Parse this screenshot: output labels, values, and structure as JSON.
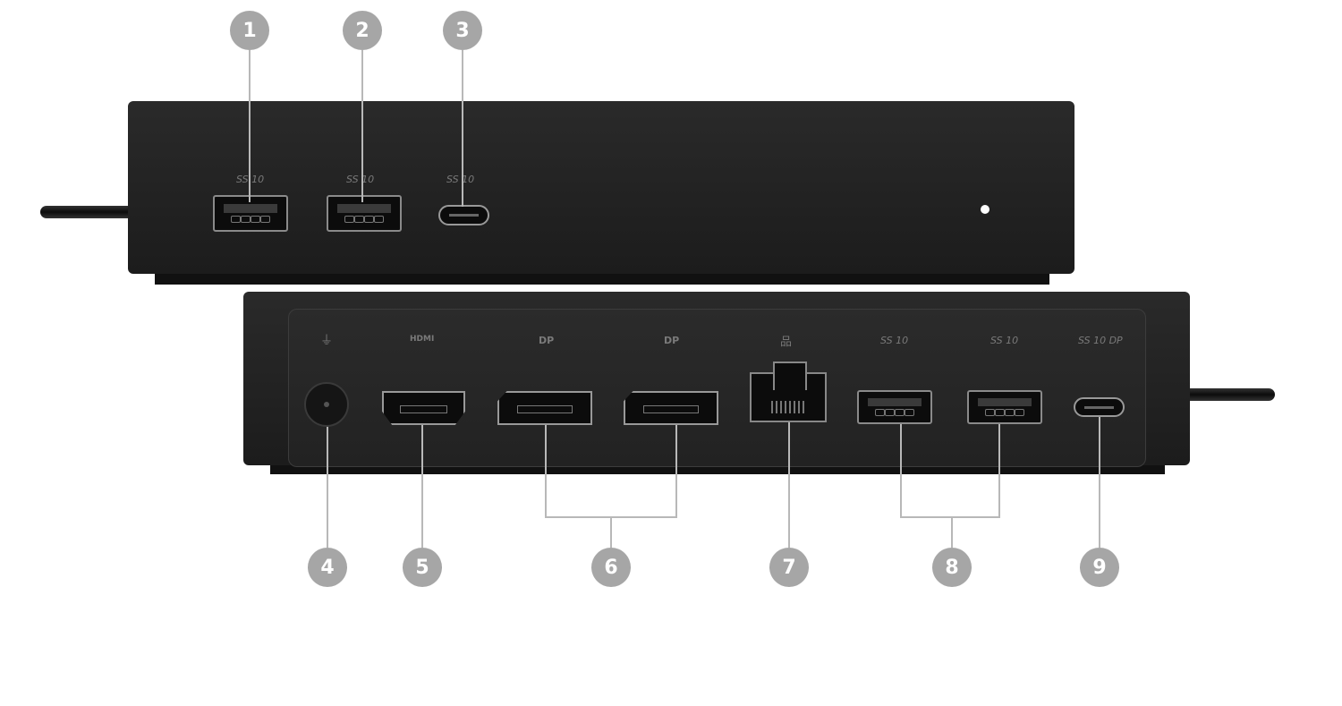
{
  "callouts": {
    "c1": "1",
    "c2": "2",
    "c3": "3",
    "c4": "4",
    "c5": "5",
    "c6": "6",
    "c7": "7",
    "c8": "8",
    "c9": "9"
  },
  "front_markings": {
    "port1": "SS 10",
    "port2": "SS 10",
    "port3": "SS 10"
  },
  "back_markings": {
    "hdmi": "HDMI",
    "dp1": "DP",
    "dp2": "DP",
    "usb1": "SS 10",
    "usb2": "SS 10",
    "usbc": "SS 10 DP"
  },
  "icons": {
    "power": "power-plug-icon",
    "ethernet": "network-icon",
    "led": "status-led"
  },
  "colors": {
    "device": "#1f1f1f",
    "callout": "#a6a6a6",
    "leader": "#b8b8b8"
  }
}
